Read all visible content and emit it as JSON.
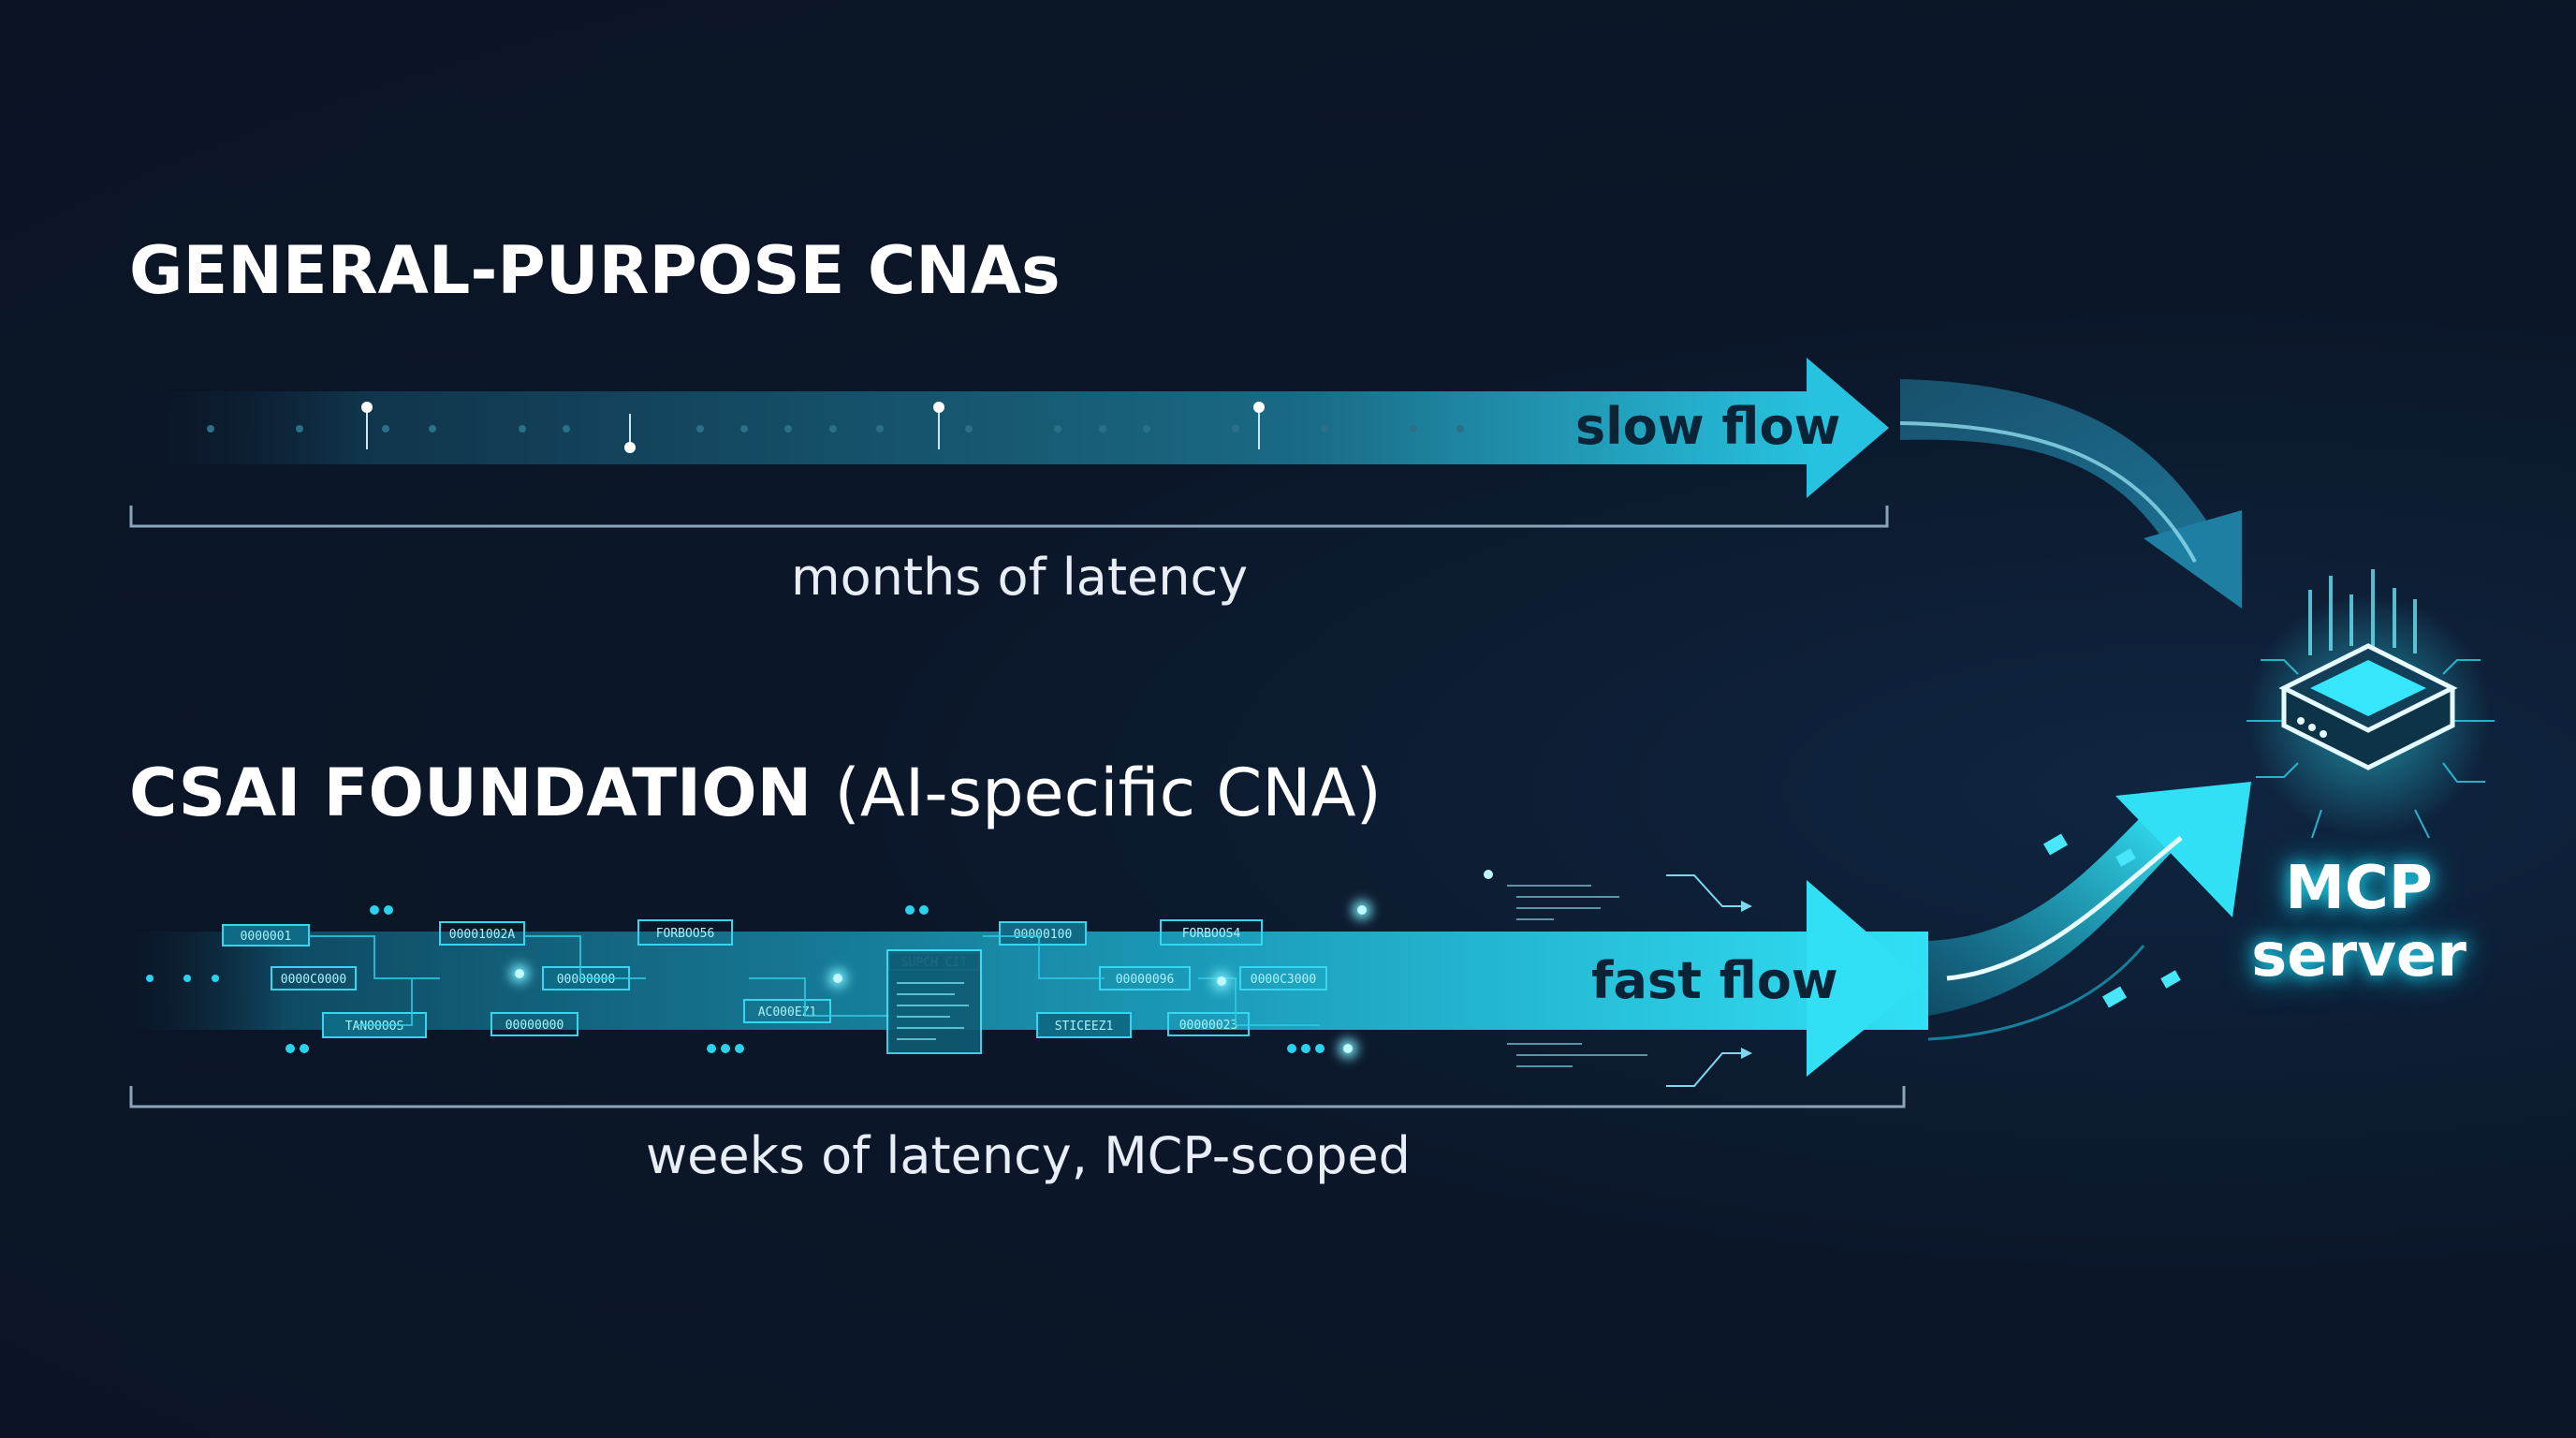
{
  "top": {
    "heading": "GENERAL-PURPOSE CNAs",
    "arrow_label": "slow flow",
    "caption": "months of latency"
  },
  "bottom": {
    "heading_bold": "CSAI FOUNDATION",
    "heading_light": "(AI-specific CNA)",
    "arrow_label": "fast flow",
    "caption": "weeks of latency, MCP-scoped",
    "code_chips": [
      "0000001",
      "00001002A",
      "FORBOO56",
      "00000100",
      "FORBOOS4",
      "0000C0000",
      "00000000",
      "00000096",
      "0000C3000",
      "TANOOOOS",
      "00000000",
      "AC000EZ1",
      "STICEEZ1",
      "00000023",
      "SUPCH CIT"
    ]
  },
  "target": {
    "label_line1": "MCP",
    "label_line2": "server"
  },
  "colors": {
    "background": "#0b1628",
    "accent": "#22d3ee",
    "arrow_dark": "#13405a",
    "text": "#ffffff"
  }
}
